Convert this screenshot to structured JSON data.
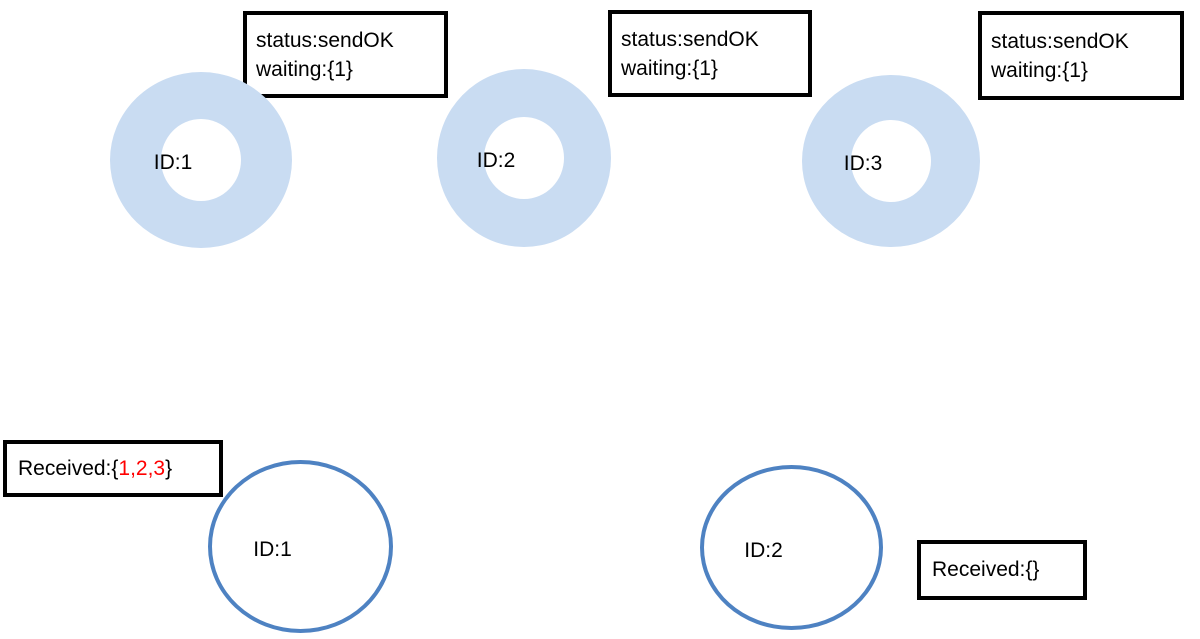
{
  "colors": {
    "donut_fill": "#C9DCF2",
    "circle_stroke": "#4E82C2",
    "box_border": "#000000",
    "highlight_red": "#FF0000",
    "text": "#000000"
  },
  "top_row": {
    "nodes": [
      {
        "id_label": "ID:1",
        "status_line1": "status:sendOK",
        "status_line2": "waiting:{1}"
      },
      {
        "id_label": "ID:2",
        "status_line1": "status:sendOK",
        "status_line2": "waiting:{1}"
      },
      {
        "id_label": "ID:3",
        "status_line1": "status:sendOK",
        "status_line2": "waiting:{1}"
      }
    ]
  },
  "bottom_row": {
    "nodes": [
      {
        "id_label": "ID:1",
        "received_prefix": "Received:{",
        "received_values": "1,2,3",
        "received_suffix": "}"
      },
      {
        "id_label": "ID:2",
        "received_prefix": "Received:{",
        "received_values": "",
        "received_suffix": "}"
      }
    ]
  }
}
